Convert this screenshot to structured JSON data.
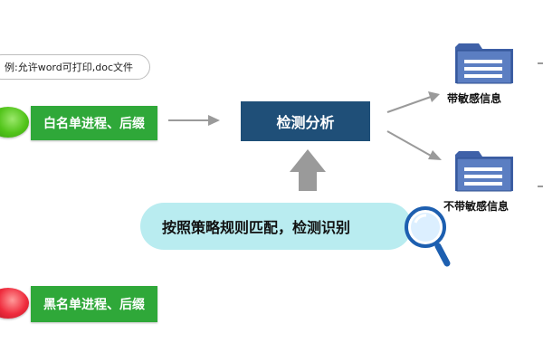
{
  "example": "例:允许word可打印,doc文件",
  "white_list": "白名单进程、后缀",
  "black_list": "黑名单进程、后缀",
  "analysis": "检测分析",
  "policy": "按照策略规则匹配，检测识别",
  "output_sensitive": "带敏感信息",
  "output_nonsensitive": "不带敏感信息",
  "colors": {
    "green_box": "#2fa839",
    "analysis_box": "#1f4f78",
    "policy_box": "#b9ecf0",
    "folder": "#5b7ec2",
    "arrow": "#9a9a9a"
  },
  "icons": [
    "folder-icon",
    "magnifier-icon",
    "arrow-icon"
  ]
}
